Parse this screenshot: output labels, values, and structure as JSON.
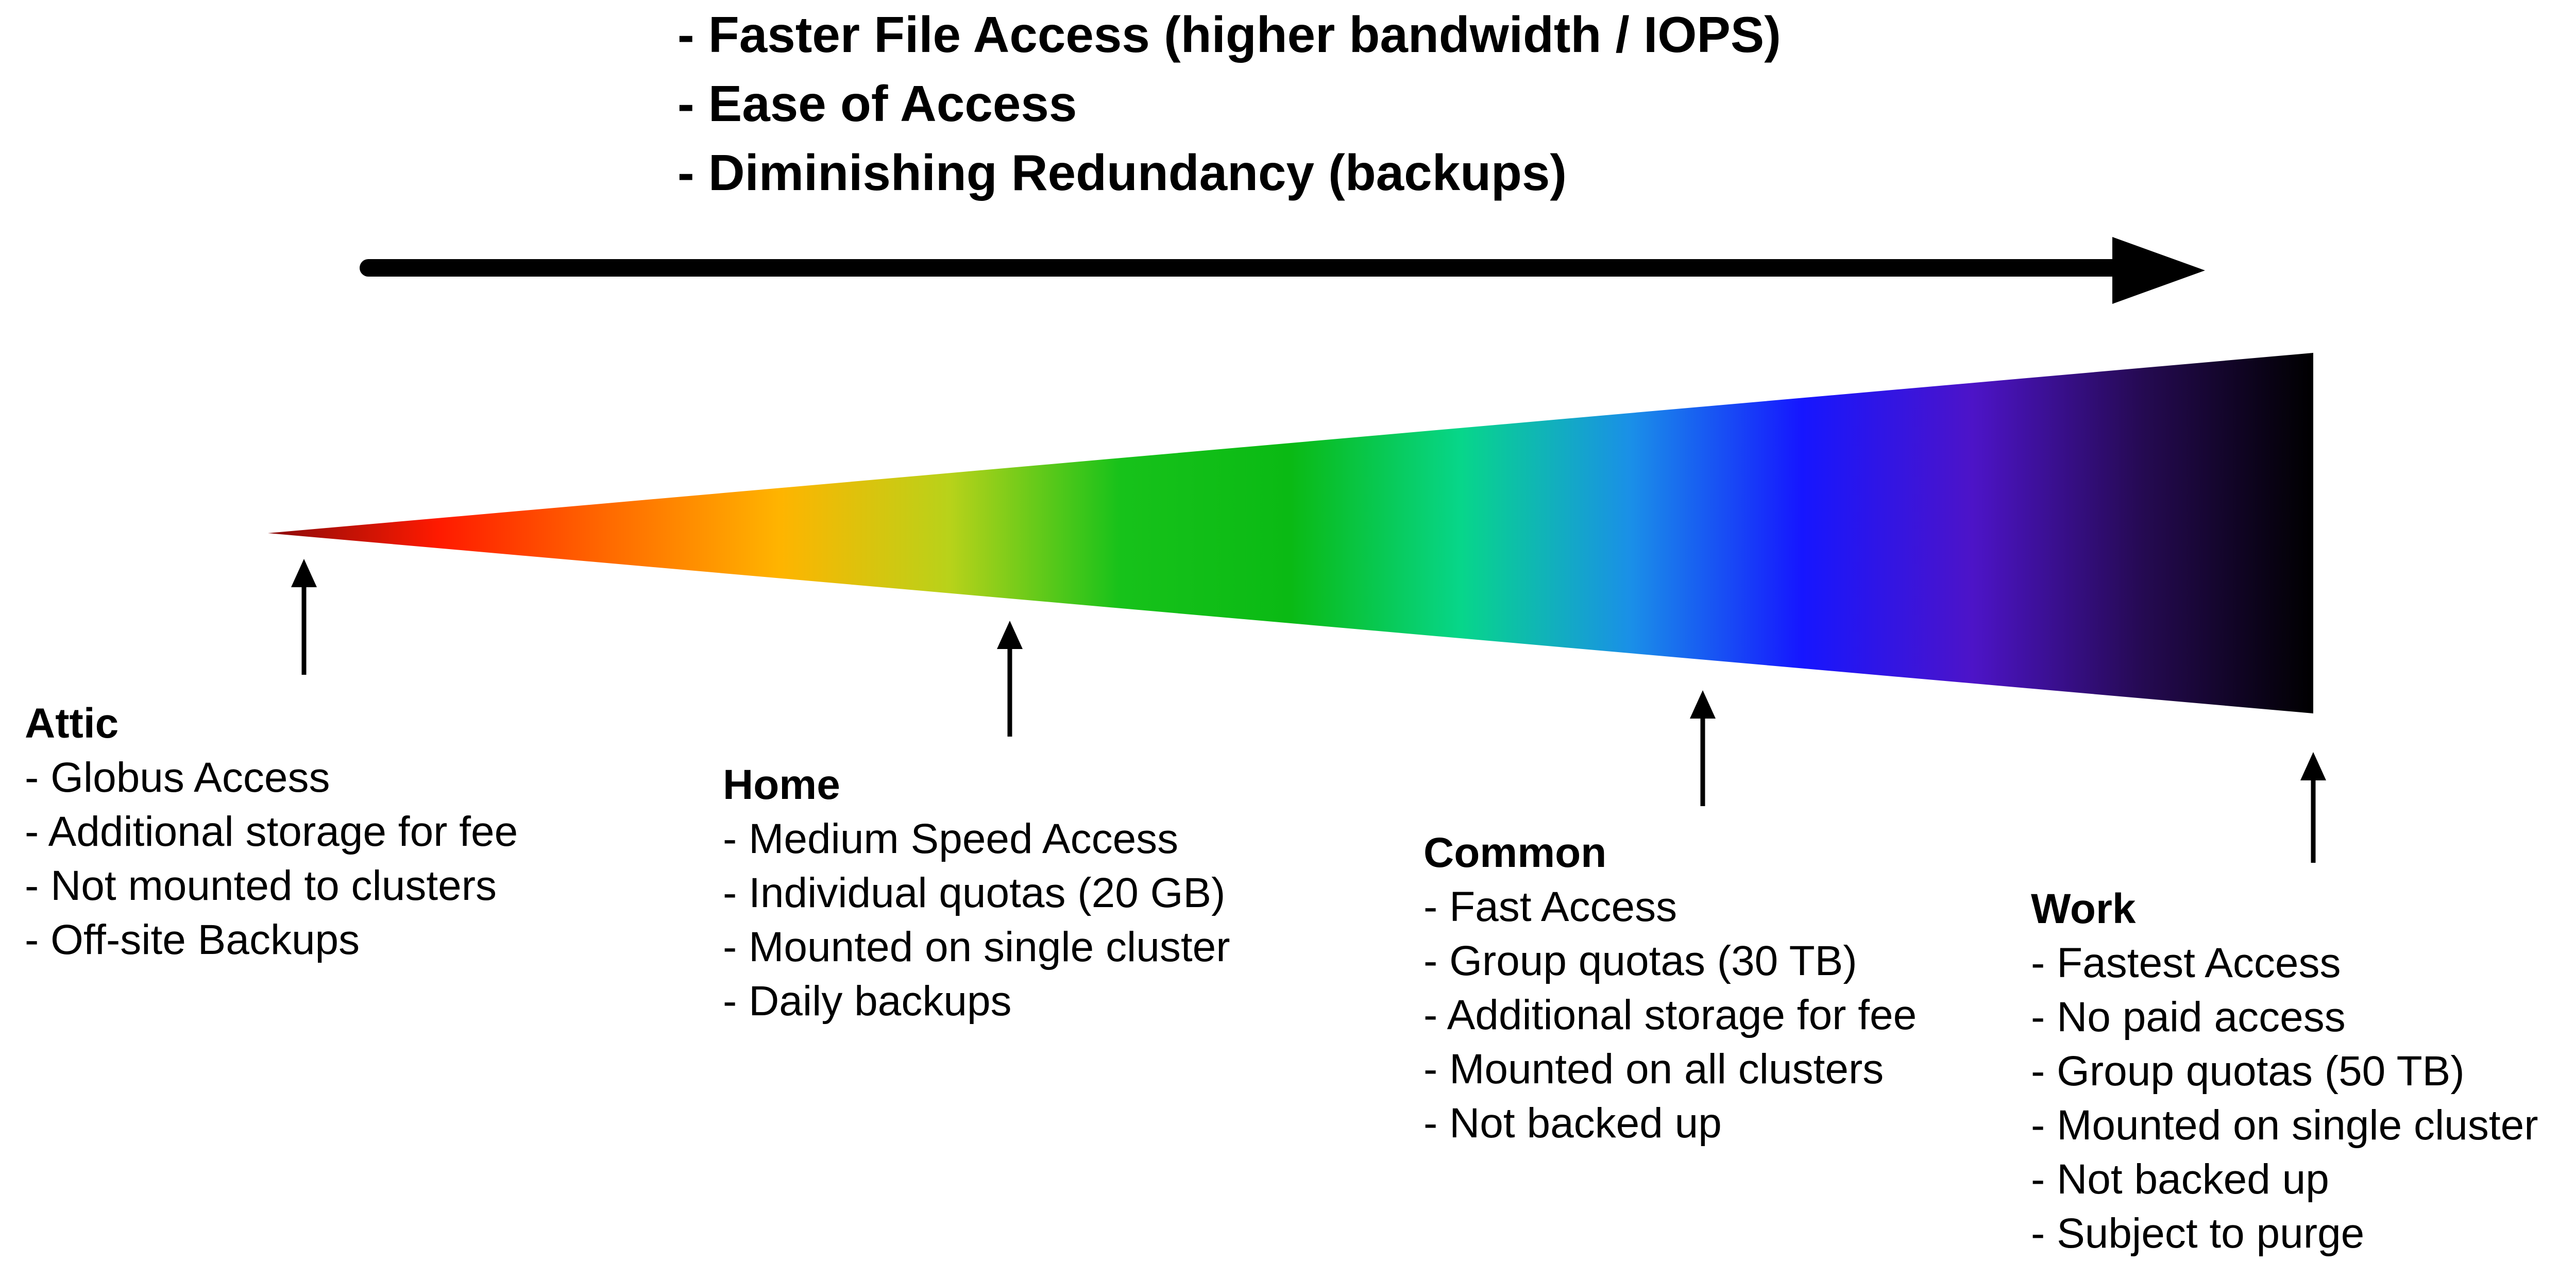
{
  "header": {
    "points": [
      "- Faster File Access (higher bandwidth / IOPS)",
      "- Ease of Access",
      "- Diminishing Redundancy (backups)"
    ]
  },
  "colors": {
    "gradient_stops": [
      "#8a0a0a",
      "#ff1a00",
      "#ff6a00",
      "#ffb400",
      "#b8d21a",
      "#17c21a",
      "#0aba14",
      "#07d68a",
      "#1a8fe8",
      "#1616ff",
      "#4d14c8",
      "#250a52",
      "#000000"
    ],
    "arrow": "#000000",
    "text": "#000000"
  },
  "tiers": [
    {
      "id": "attic",
      "title": "Attic",
      "items": [
        "- Globus Access",
        "- Additional storage for fee",
        "- Not mounted to clusters",
        "- Off-site Backups"
      ]
    },
    {
      "id": "home",
      "title": "Home",
      "items": [
        "- Medium Speed Access",
        "- Individual quotas (20 GB)",
        "- Mounted on single cluster",
        "- Daily backups"
      ]
    },
    {
      "id": "common",
      "title": "Common",
      "items": [
        "- Fast Access",
        "- Group quotas (30 TB)",
        "- Additional storage for fee",
        "- Mounted on all clusters",
        "- Not backed up"
      ]
    },
    {
      "id": "work",
      "title": "Work",
      "items": [
        "- Fastest Access",
        "- No paid access",
        "- Group quotas (50 TB)",
        "- Mounted on single cluster",
        "- Not backed up",
        "- Subject to purge"
      ]
    }
  ]
}
